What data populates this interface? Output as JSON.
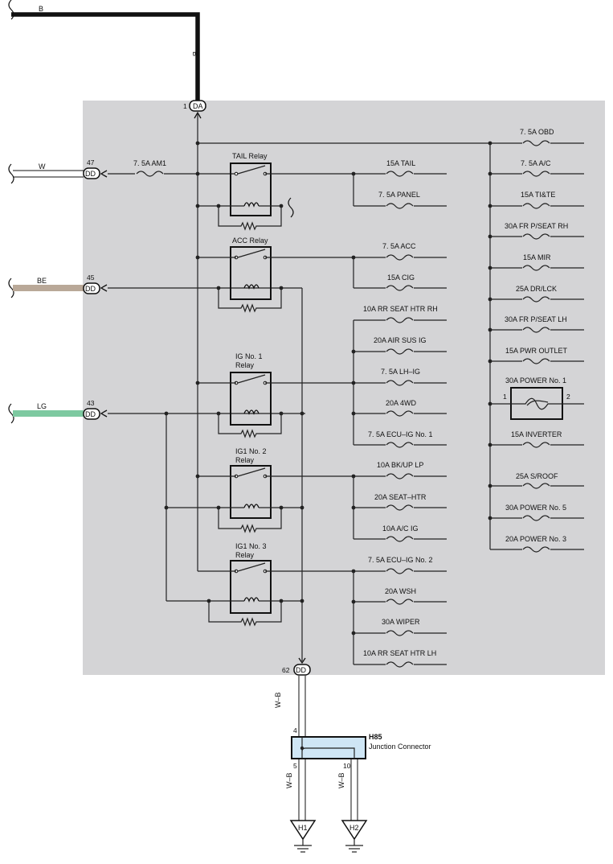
{
  "wires": {
    "b_top": "B",
    "b_vert": "B",
    "w": "W",
    "be": "BE",
    "lg": "LG",
    "wb_main": "W–B",
    "wb_h1": "W–B",
    "wb_h2": "W–B"
  },
  "pins": {
    "da1": "1",
    "dd47": "47",
    "dd45": "45",
    "dd43": "43",
    "dd62": "62",
    "h85_4": "4",
    "h85_5": "5",
    "h85_10": "10",
    "pw_1": "1",
    "pw_2": "2"
  },
  "connectors": {
    "da": "DA",
    "dd": "DD",
    "h85_code": "H85",
    "h85_name": "Junction Connector",
    "ground1": "H1",
    "ground2": "H2"
  },
  "relays": {
    "tail": "TAIL Relay",
    "acc": "ACC Relay",
    "ig1_line1": "IG No. 1",
    "ig1_line2": "Relay",
    "ig1no2_line1": "IG1 No. 2",
    "ig1no2_line2": "Relay",
    "ig1no3_line1": "IG1 No. 3",
    "ig1no3_line2": "Relay"
  },
  "fuses": {
    "am1": "7. 5A AM1",
    "tail": "15A TAIL",
    "panel": "7. 5A PANEL",
    "acc": "7. 5A ACC",
    "cig": "15A CIG",
    "rr_seat_htr_rh": "10A RR SEAT HTR RH",
    "air_sus_ig": "20A AIR SUS IG",
    "lh_ig": "7. 5A LH–IG",
    "wd4": "20A 4WD",
    "ecu_ig1": "7. 5A ECU–IG No. 1",
    "bkup_lp": "10A BK/UP LP",
    "seat_htr": "20A SEAT–HTR",
    "ac_ig": "10A A/C IG",
    "ecu_ig2": "7. 5A ECU–IG No. 2",
    "wsh": "20A WSH",
    "wiper": "30A WIPER",
    "rr_seat_htr_lh": "10A RR SEAT HTR LH",
    "obd": "7. 5A OBD",
    "ac": "7. 5A A/C",
    "tite": "15A TI&TE",
    "fr_pseat_rh": "30A FR P/SEAT RH",
    "mir": "15A MIR",
    "drlck": "25A DR/LCK",
    "fr_pseat_lh": "30A FR P/SEAT LH",
    "pwr_outlet": "15A PWR OUTLET",
    "power1": "30A POWER No. 1",
    "inverter": "15A INVERTER",
    "sroof": "25A S/ROOF",
    "power5": "30A POWER No. 5",
    "power3": "20A POWER No. 3"
  },
  "colors": {
    "panel_bg": "#d4d4d6",
    "wire_be": "#b9a898",
    "wire_lg": "#7dc9a0",
    "connector_fill": "#cfe6f5",
    "line": "#222222"
  }
}
